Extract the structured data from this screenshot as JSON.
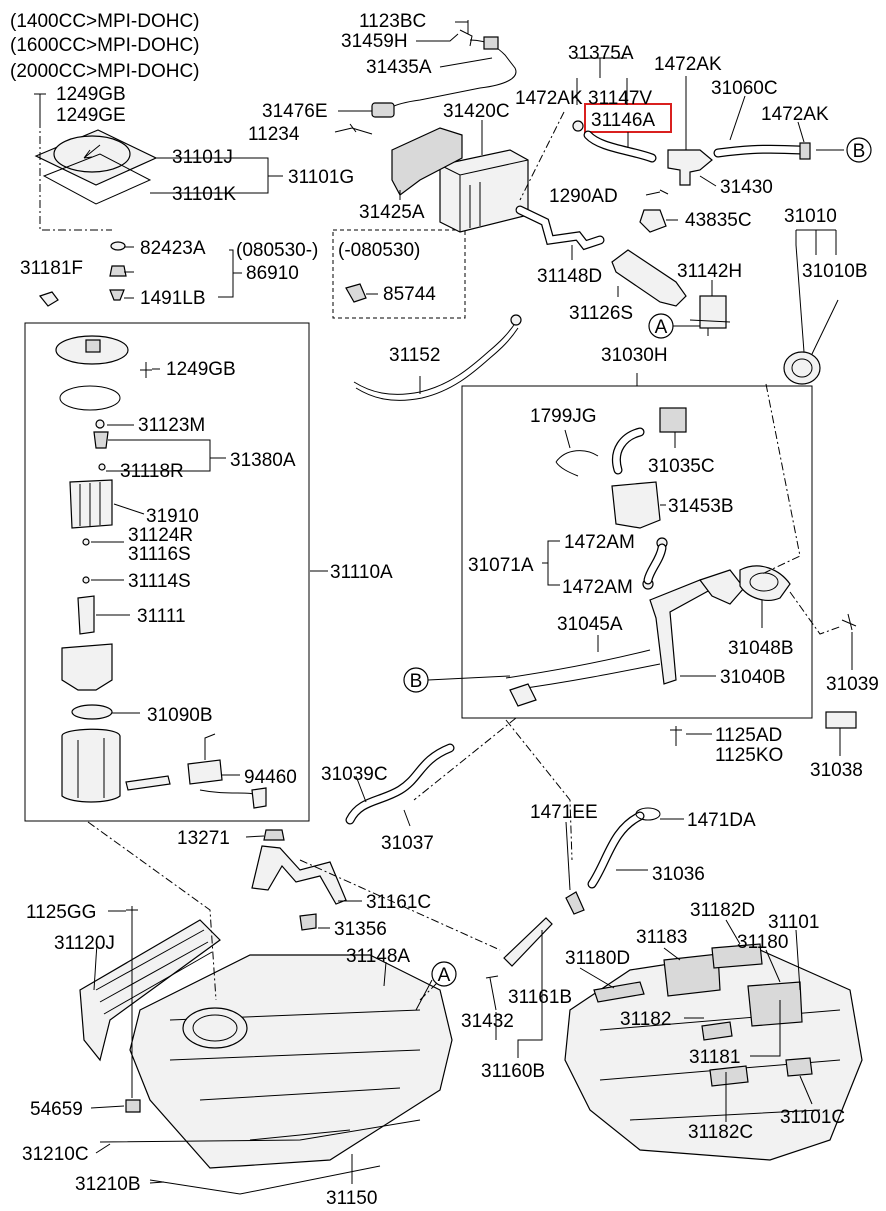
{
  "variants": [
    "(1400CC>MPI-DOHC)",
    "(1600CC>MPI-DOHC)",
    "(2000CC>MPI-DOHC)"
  ],
  "labels": {
    "p1123BC": "1123BC",
    "p31459H": "31459H",
    "p31435A": "31435A",
    "p31375A": "31375A",
    "p1472AK_a": "1472AK",
    "p1472AK_b": "1472AK",
    "p31147V": "31147V",
    "p1472AK_c": "1472AK",
    "p31060C": "31060C",
    "p31146A": "31146A",
    "p1249GB_a": "1249GB",
    "p1249GE": "1249GE",
    "p31476E": "31476E",
    "p31420C": "31420C",
    "p11234": "11234",
    "p31101J": "31101J",
    "p31101G": "31101G",
    "p31101K": "31101K",
    "p31425A": "31425A",
    "p1290AD": "1290AD",
    "p31430": "31430",
    "p43835C": "43835C",
    "p31010": "31010",
    "p82423A": "82423A",
    "date_080530_a": "(080530-)",
    "date_080530_b": "(-080530)",
    "p86910": "86910",
    "p31181F": "31181F",
    "p1491LB": "1491LB",
    "p85744": "85744",
    "p31148D": "31148D",
    "p31142H": "31142H",
    "p31010B": "31010B",
    "p31126S": "31126S",
    "p31152": "31152",
    "p31030H": "31030H",
    "p1249GB_b": "1249GB",
    "p1799JG": "1799JG",
    "p31123M": "31123M",
    "p31380A": "31380A",
    "p31118R": "31118R",
    "p31035C": "31035C",
    "p31910": "31910",
    "p31453B": "31453B",
    "p31124R": "31124R",
    "p31116S": "31116S",
    "p1472AM_a": "1472AM",
    "p31071A": "31071A",
    "p31110A": "31110A",
    "p31114S": "31114S",
    "p1472AM_b": "1472AM",
    "p31111": "31111",
    "p31045A": "31045A",
    "p31048B": "31048B",
    "p31039": "31039",
    "p31040B": "31040B",
    "p31090B": "31090B",
    "p1125AD": "1125AD",
    "p1125KO": "1125KO",
    "p31039C": "31039C",
    "p94460": "94460",
    "p31038": "31038",
    "p1471EE": "1471EE",
    "p1471DA": "1471DA",
    "p13271": "13271",
    "p31037": "31037",
    "p31036": "31036",
    "p31161C": "31161C",
    "p1125GG": "1125GG",
    "p31182D": "31182D",
    "p31101": "31101",
    "p31356": "31356",
    "p31120J": "31120J",
    "p31183": "31183",
    "p31180": "31180",
    "p31148A": "31148A",
    "p31180D": "31180D",
    "p31161B": "31161B",
    "p31432": "31432",
    "p31182": "31182",
    "p31181": "31181",
    "p31160B": "31160B",
    "p54659": "54659",
    "p31182C": "31182C",
    "p31101C": "31101C",
    "p31210C": "31210C",
    "p31210B": "31210B",
    "p31150": "31150"
  },
  "callouts": {
    "A": "A",
    "B": "B"
  },
  "colors": {
    "highlight": "#d9201f",
    "line": "#000000",
    "background": "#ffffff"
  }
}
